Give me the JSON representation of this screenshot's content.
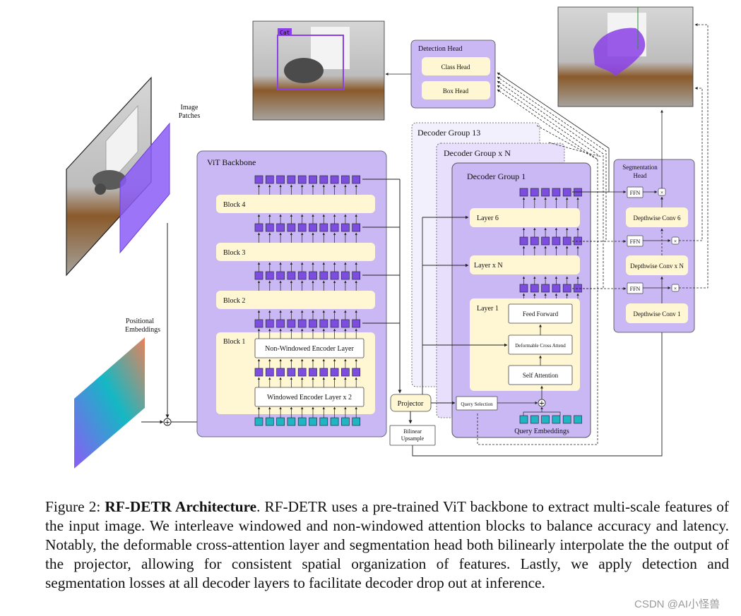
{
  "diagram": {
    "image_patches_label": [
      "Image",
      "Patches"
    ],
    "positional_embeddings_label": [
      "Positional",
      "Embeddings"
    ],
    "vit": {
      "title": "ViT Backbone",
      "blocks": [
        "Block 4",
        "Block 3",
        "Block 2",
        "Block 1"
      ],
      "block1_layers": [
        "Non-Windowed Encoder Layer",
        "Windowed Encoder Layer x 2"
      ]
    },
    "projector": "Projector",
    "bilinear_upsample": [
      "Bilinear",
      "Upsample"
    ],
    "detection_head": {
      "title": "Detection Head",
      "items": [
        "Class Head",
        "Box Head"
      ]
    },
    "detection_box_label": "Cat",
    "decoder": {
      "group_13": "Decoder Group 13",
      "group_xn": "Decoder Group x N",
      "group_1": "Decoder Group 1",
      "layer_6": "Layer 6",
      "layer_xn": "Layer x N",
      "layer_1": "Layer 1",
      "feed_forward": "Feed Forward",
      "deformable_cross_attend": "Deformable Cross Attend",
      "self_attention": "Self Attention",
      "query_selection": "Query Selection",
      "query_embeddings": "Query Embeddings"
    },
    "segmentation_head": {
      "title": [
        "Segmentation",
        "Head"
      ],
      "ffn": "FFN",
      "multiply": "×",
      "convs": [
        "Depthwise Conv 6",
        "Depthwise Conv x N",
        "Depthwise Conv 1"
      ]
    },
    "colors": {
      "panel": "#c9b8f4",
      "panel_light": "#e7dffb",
      "token": "#7c4ddf",
      "token_teal": "#1fb5c2",
      "block_fill": "#fff6d3",
      "box_white": "#ffffff"
    }
  },
  "caption": {
    "prefix": "Figure 2: ",
    "bold": "RF-DETR Architecture",
    "text": ".  RF-DETR uses a pre-trained ViT backbone to extract multi-scale features of the input image. We interleave windowed and non-windowed attention blocks to balance accuracy and latency. Notably, the deformable cross-attention layer and segmentation head both bilinearly interpolate the the output of the projector, allowing for consistent spatial organization of features.  Lastly, we apply detection and segmentation losses at all decoder layers to facilitate decoder drop out at inference."
  },
  "watermark": "CSDN @AI小怪兽"
}
